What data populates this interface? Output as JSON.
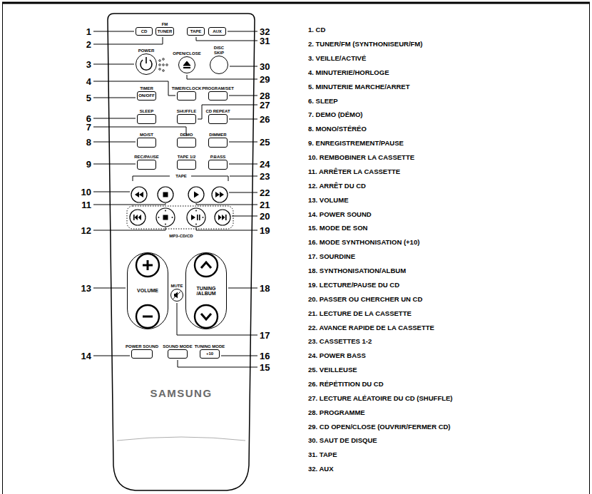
{
  "diagram": {
    "nodes": [
      {
        "text": [
          "SAMSUNG"
        ]
      },
      {
        "text": [
          "CD"
        ],
        "in": 0
      },
      {
        "text": [
          "FM",
          "TUNER"
        ],
        "in": 0
      },
      {
        "text": [
          "TAPE"
        ],
        "in": 0
      },
      {
        "text": [
          "AUX"
        ],
        "in": 0
      },
      {
        "text": [
          "POWER"
        ],
        "in": 0
      },
      {
        "text": [
          "OPEN/CLOSE"
        ],
        "in": 0
      },
      {
        "text": [
          "DISC SKIP"
        ],
        "in": 0
      },
      {
        "text": [
          "TIMER",
          "ON/OFF"
        ],
        "in": 0
      },
      {
        "text": [
          "TIMER/CLOCK"
        ],
        "in": 0
      },
      {
        "text": [
          "PROGRAM/SET"
        ],
        "in": 0
      },
      {
        "text": [
          "SLEEP"
        ],
        "in": 0
      },
      {
        "text": [
          "SHUFFLE"
        ],
        "in": 0
      },
      {
        "text": [
          "CD REPEAT"
        ],
        "in": 0
      },
      {
        "text": [
          "MO/ST"
        ],
        "in": 0
      },
      {
        "text": [
          "DEMO"
        ],
        "in": 0
      },
      {
        "text": [
          "DIMMER"
        ],
        "in": 0
      },
      {
        "text": [
          "REC/PAUSE"
        ],
        "in": 0
      },
      {
        "text": [
          "TAPE 1/2"
        ],
        "in": 0
      },
      {
        "text": [
          "P.BASS"
        ],
        "in": 0
      },
      {
        "text": [
          "VOLUME"
        ],
        "in": 0
      },
      {
        "text": [
          "MUTE"
        ],
        "in": 0
      },
      {
        "text": [
          "TUNING /ALBUM"
        ],
        "in": 0
      },
      {
        "text": [
          "POWER SOUND"
        ],
        "in": 0
      },
      {
        "text": [
          "SOUND MODE"
        ],
        "in": 0
      },
      {
        "text": [
          "TUNING MODE",
          "+10"
        ],
        "in": 0
      }
    ],
    "labels": [
      "1",
      "2",
      "3",
      "4",
      "5",
      "6",
      "7",
      "8",
      "9",
      "10",
      "11",
      "12",
      "13",
      "14",
      "32",
      "31",
      "30",
      "29",
      "28",
      "27",
      "26",
      "25",
      "24",
      "23",
      "22",
      "21",
      "20",
      "19",
      "18",
      "17",
      "16",
      "15",
      "TAPE",
      "MP3-CD/CD",
      "1. CD",
      "2. TUNER/FM (SYNTHONISEUR/FM)",
      "3. VEILLE/ACTIVÉ",
      "4. MINUTERIE/HORLOGE",
      "5. MINUTERIE MARCHE/ARRET",
      "6. SLEEP",
      "7. DEMO (DÉMO)",
      "8. MONO/STÉRÉO",
      "9. ENREGISTREMENT/PAUSE",
      "10. REMBOBINER LA CASSETTE",
      "11. ARRÊTER LA CASSETTE",
      "12. ARRÊT DU CD",
      "13. VOLUME",
      "14. POWER SOUND",
      "15. MODE DE SON",
      "16. MODE SYNTHONISATION (+10)",
      "17. SOURDINE",
      "18. SYNTHONISATION/ALBUM",
      "19. LECTURE/PAUSE DU CD",
      "20. PASSER OU CHERCHER UN CD",
      "21. LECTURE DE LA CASSETTE",
      "22. AVANCE RAPIDE DE LA CASSETTE",
      "23. CASSETTES 1-2",
      "24. POWER BASS",
      "25. VEILLEUSE",
      "26. RÉPÉTITION DU CD",
      "27. LECTURE ALÉATOIRE DU CD (SHUFFLE)",
      "28. PROGRAMME",
      "29. CD OPEN/CLOSE (OUVRIR/FERMER CD)",
      "30. SAUT DE DISQUE",
      "31. TAPE",
      "32. AUX"
    ]
  }
}
